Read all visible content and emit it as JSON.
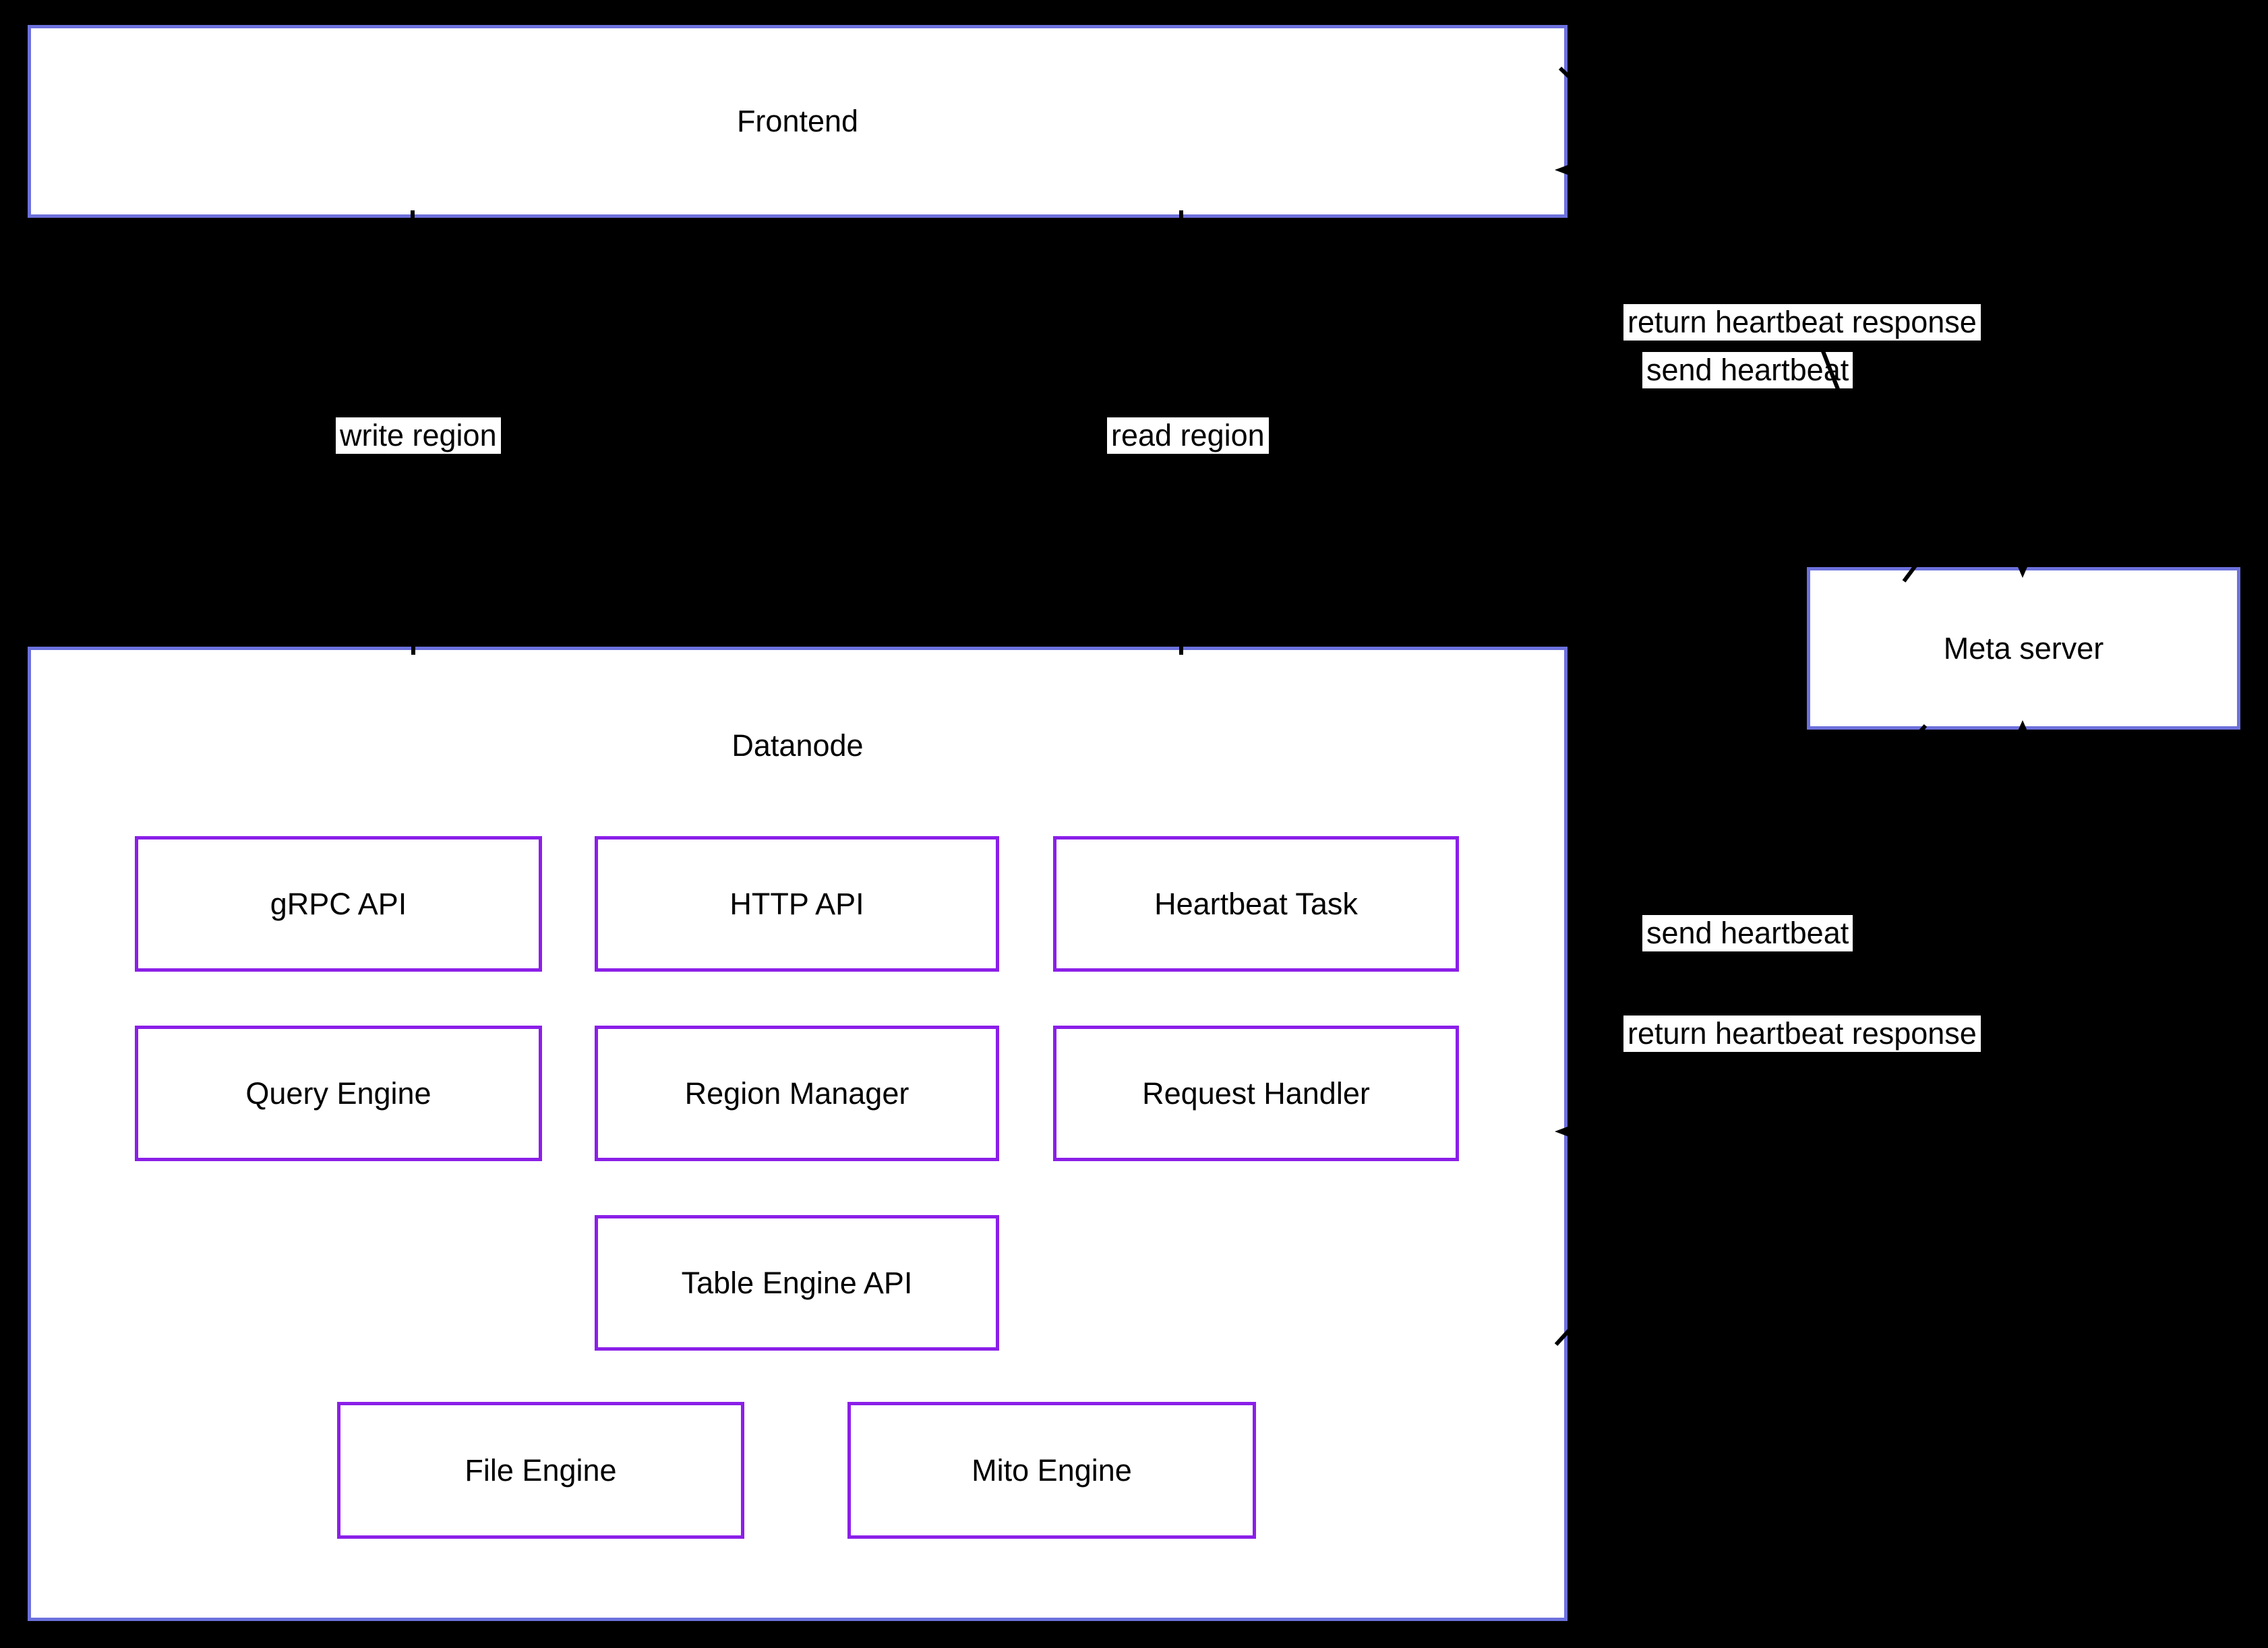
{
  "diagram": {
    "frontend": {
      "label": "Frontend"
    },
    "datanode": {
      "label": "Datanode"
    },
    "meta_server": {
      "label": "Meta server"
    },
    "datanode_components": {
      "grpc_api": "gRPC API",
      "http_api": "HTTP API",
      "heartbeat_task": "Heartbeat Task",
      "query_engine": "Query Engine",
      "region_manager": "Region Manager",
      "request_handler": "Request Handler",
      "table_engine_api": "Table Engine API",
      "file_engine": "File Engine",
      "mito_engine": "Mito Engine"
    },
    "edge_labels": {
      "write_region": "write region",
      "read_region": "read region",
      "send_heartbeat_top": "send heartbeat",
      "return_heartbeat_top": "return heartbeat response",
      "send_heartbeat_bottom": "send heartbeat",
      "return_heartbeat_bottom": "return heartbeat response"
    },
    "colors": {
      "bg": "#000000",
      "outer-border": "#6d71dc",
      "inner-border": "#8b1fe8",
      "node-fill": "#ffffff",
      "text": "#000000"
    }
  }
}
